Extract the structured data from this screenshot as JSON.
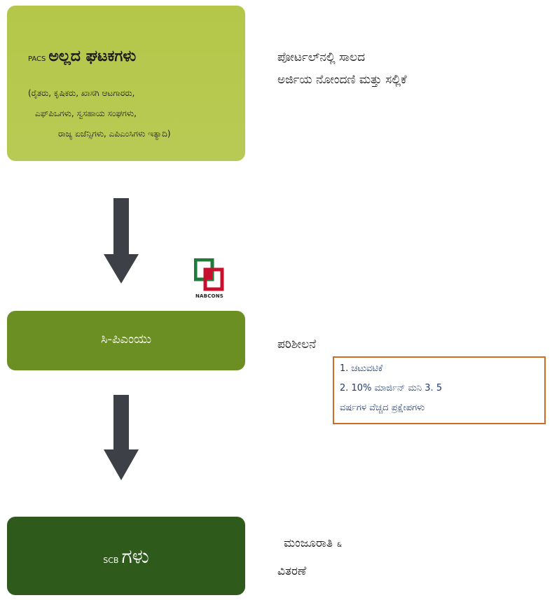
{
  "box_top": {
    "prefix": "PACS",
    "title": "ಅಲ್ಲದ ಘಟಕಗಳು",
    "detail_line1": "(ರೈತರು, ಕೃಷಿಕರು, ಖಾಸಗಿ ಆಟಗಾರರು,",
    "detail_line2": "ಎಫ್‌ಪಿಒಗಳು, ಸ್ವಸಹಾಯ ಸಂಘಗಳು,",
    "detail_line3": "ರಾಜ್ಯ ಏಜೆನ್ಸಿಗಳು, ಎಪಿಎಂಸಿಗಳು ಇತ್ಯಾದಿ)",
    "color": "#b7c94f"
  },
  "box_middle": {
    "label": "ಸಿ-ಪಿಎಂಯು",
    "color": "#6c8f23"
  },
  "box_bottom": {
    "prefix": "SCB",
    "title": "ಗಳು",
    "color": "#2e5a1c"
  },
  "side_text": {
    "top_line1": "ಪೋರ್ಟಲ್‌ನಲ್ಲಿ ಸಾಲದ",
    "top_line2": "ಅರ್ಜಿಯ ನೋಂದಣಿ ಮತ್ತು ಸಲ್ಲಿಕೆ",
    "middle": "ಪರಿಶೀಲನೆ",
    "bottom_line1": "ಮಂಜೂರಾತಿ",
    "bottom_amp": "&",
    "bottom_line2": "ವಿತರಣೆ"
  },
  "callout": {
    "items": [
      "1. ಚಟುವಟಿಕೆ",
      "2. 10% ಮಾರ್ಜಿನ್ ಮನಿ 3. 5",
      "ವರ್ಷಗಳ ವೆಚ್ಚದ ಪ್ರಕ್ಷೇಪಗಳು"
    ],
    "border_color": "#d26b21",
    "text_color": "#1f3a6e"
  },
  "logo": {
    "text": "NABCONS",
    "icon": "nabcons-logo-icon",
    "color_green": "#1e7b3a",
    "color_red": "#c8102e"
  },
  "arrows": {
    "color": "#3d4147",
    "icon": "arrow-down-icon"
  }
}
